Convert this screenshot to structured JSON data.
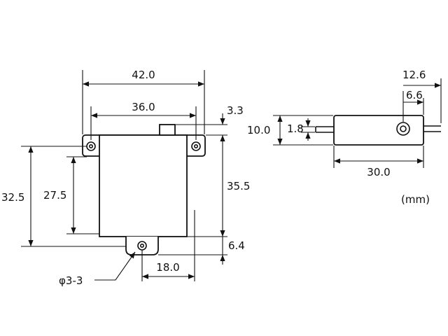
{
  "front_view": {
    "overall_width": "42.0",
    "body_width": "36.0",
    "shaft_height": "3.3",
    "overall_height": "32.5",
    "hole_spacing": "27.5",
    "body_height": "35.5",
    "tab_height": "6.4",
    "tab_offset": "18.0",
    "hole_spec": "φ3-3"
  },
  "side_view": {
    "thickness": "10.0",
    "shaft_diameter": "1.8",
    "length": "30.0",
    "shaft_offset_outer": "12.6",
    "shaft_offset_inner": "6.6"
  },
  "unit": "(mm)"
}
